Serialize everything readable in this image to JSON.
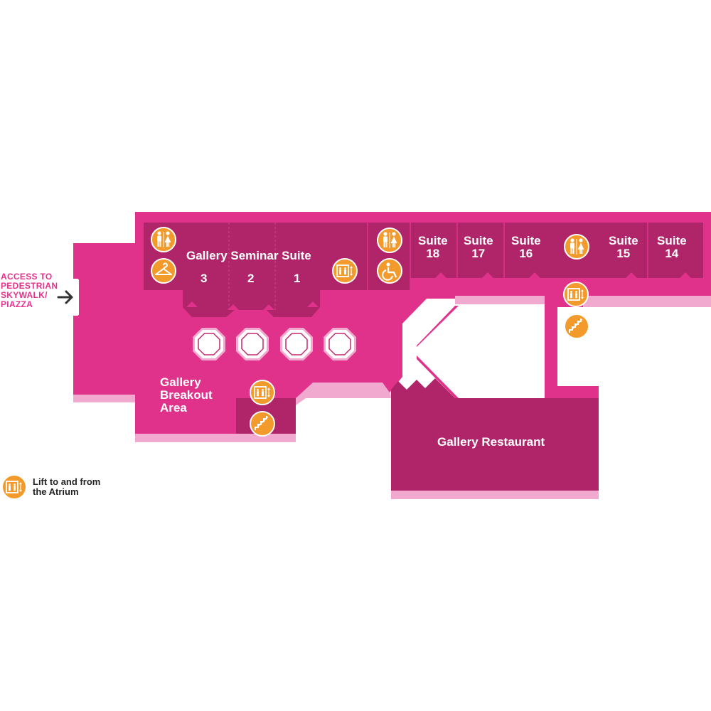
{
  "map": {
    "colors": {
      "concourse": "#e0318b",
      "room": "#b02569",
      "room_alt": "#c22a72",
      "shadow": "#f2a9cf",
      "icon_fill": "#f39a2c",
      "icon_stroke": "#ffffff",
      "access_text": "#e6318d"
    },
    "rooms": {
      "gallery_seminar_suite": {
        "title": "Gallery Seminar Suite",
        "numbers": [
          "3",
          "2",
          "1"
        ]
      },
      "suite_18": {
        "line1": "Suite",
        "line2": "18"
      },
      "suite_17": {
        "line1": "Suite",
        "line2": "17"
      },
      "suite_16": {
        "line1": "Suite",
        "line2": "16"
      },
      "suite_15": {
        "line1": "Suite",
        "line2": "15"
      },
      "suite_14": {
        "line1": "Suite",
        "line2": "14"
      },
      "gallery_breakout": {
        "line1": "Gallery",
        "line2": "Breakout",
        "line3": "Area"
      },
      "gallery_restaurant": {
        "label": "Gallery Restaurant"
      }
    },
    "access": {
      "line1": "ACCESS TO",
      "line2": "PEDESTRIAN",
      "line3": "SKYWALK/",
      "line4": "PIAZZA"
    },
    "icons": [
      "toilets-icon",
      "cloakroom-icon",
      "lift-icon",
      "accessible-toilet-icon",
      "stairs-icon"
    ]
  },
  "legend": {
    "icon": "lift-icon",
    "line1": "Lift to and from",
    "line2": "the Atrium"
  }
}
